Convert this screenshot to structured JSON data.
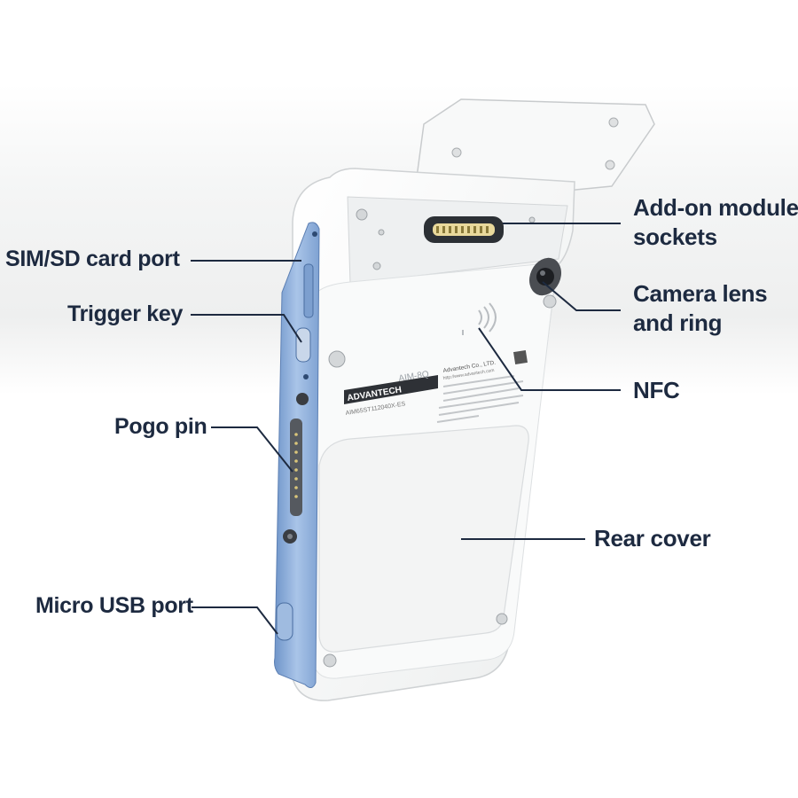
{
  "labels": {
    "sim_sd": "SIM/SD card port",
    "trigger": "Trigger key",
    "pogo": "Pogo pin",
    "micro_usb": "Micro USB port",
    "addon_line1": "Add-on module",
    "addon_line2": "sockets",
    "camera_line1": "Camera lens",
    "camera_line2": "and ring",
    "nfc": "NFC",
    "rear_cover": "Rear cover"
  },
  "device_print": {
    "brand": "ADVANTECH",
    "model": "AIM-8Q",
    "serial": "AIM65ST112040X-ES",
    "company": "Advantech Co., LTD.",
    "website": "http://www.advantech.com"
  },
  "colors": {
    "label_text": "#1d2a40",
    "side_rail": "#8fb0dc",
    "body": "#f7f8f8"
  }
}
